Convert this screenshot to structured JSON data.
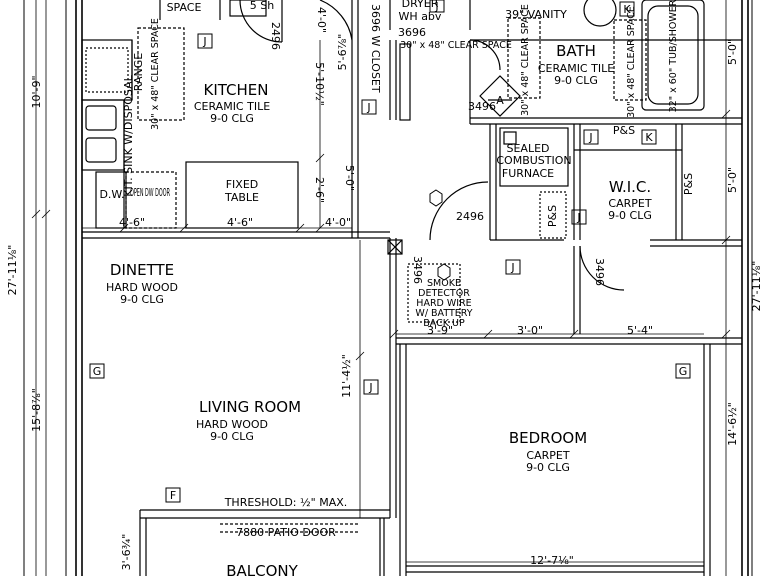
{
  "rooms": {
    "kitchen": {
      "name": "KITCHEN",
      "finish": "CERAMIC TILE",
      "ceiling": "9-0 CLG"
    },
    "bath": {
      "name": "BATH",
      "finish": "CERAMIC TILE",
      "ceiling": "9-0 CLG"
    },
    "wic": {
      "name": "W.I.C.",
      "finish": "CARPET",
      "ceiling": "9-0 CLG"
    },
    "dinette": {
      "name": "DINETTE",
      "finish": "HARD WOOD",
      "ceiling": "9-0 CLG"
    },
    "living": {
      "name": "LIVING ROOM",
      "finish": "HARD WOOD",
      "ceiling": "9-0 CLG"
    },
    "bedroom": {
      "name": "BEDROOM",
      "finish": "CARPET",
      "ceiling": "9-0 CLG"
    },
    "balcony": {
      "name": "BALCONY"
    }
  },
  "fixtures": {
    "space": "SPACE",
    "sh5": "5 Sh",
    "dryer": "DRYER",
    "wh_abv": "WH abv",
    "d3696": "3696",
    "closet_label": "3696 W CLOSET",
    "vanity": "39\" VANITY",
    "clear_space_1": "30\" x 48\" CLEAR SPACE",
    "clear_space_2": "30\" x 48\" CLEAR SPACE",
    "clear_space_3": "30\" x 48\" CLEAR SPACE",
    "clear_space_4": "30\" x 48\" CLEAR SPACE",
    "tub": "32\" x 60\" TUB/SHOWER",
    "range": "RANGE",
    "sink": "KIT. SINK W/DISPOSAL",
    "dw": "D.W.",
    "open_dw": "OPEN DW DOOR",
    "fixed_table_1": "FIXED",
    "fixed_table_2": "TABLE",
    "furnace_1": "SEALED",
    "furnace_2": "COMBUSTION",
    "furnace_3": "FURNACE",
    "ps": "P&S",
    "smoke_1": "SMOKE",
    "smoke_2": "DETECTOR",
    "smoke_3": "HARD WIRE",
    "smoke_4": "W/ BATTERY",
    "smoke_5": "BACK UP",
    "threshold": "THRESHOLD: ½\" MAX.",
    "patio_door": "7880 PATIO DOOR"
  },
  "dimensions": {
    "d2496_a": "2496",
    "d2496_b": "2496",
    "d3496_a": "3496",
    "d3496_b": "3496",
    "d3496_c": "3496",
    "k_h1": "5'-10½\"",
    "k_h2": "2'-6\"",
    "k_h3": "5'-0\"",
    "k_w1": "4'-6\"",
    "k_w2": "4'-6\"",
    "k_w3": "4'-0\"",
    "left_top": "10'-9\"",
    "left_total": "27'-11⅛\"",
    "left_mid": "15'-8⅞\"",
    "left_bot": "3'-6¾\"",
    "right_total": "27'-11⅛\"",
    "right_5a": "5'-0\"",
    "right_5b": "5'-0\"",
    "right_bed": "14'-6½\"",
    "hall_h": "11'-4½\"",
    "w_39": "3'-9\"",
    "w_30": "3'-0\"",
    "w_54": "5'-4\"",
    "bed_w": "12'-7⅛\"",
    "top_4": "4'-0\"",
    "bath_5": "5'-6⅞\""
  },
  "tags": {
    "j": "J",
    "k": "K",
    "g": "G",
    "f": "F",
    "a": "A"
  }
}
